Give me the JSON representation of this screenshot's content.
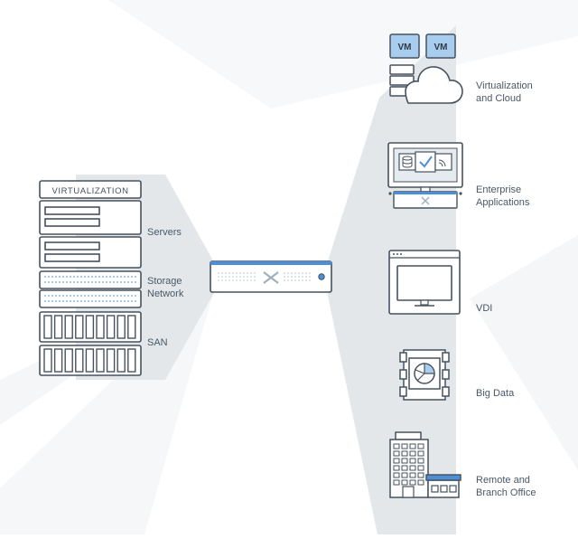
{
  "left_stack": {
    "header": "VIRTUALIZATION",
    "labels": {
      "servers": "Servers",
      "storage": "Storage\nNetwork",
      "san": "SAN"
    }
  },
  "appliance": {
    "logo": "X"
  },
  "workloads": [
    {
      "id": "virtualization-cloud",
      "label": "Virtualization\nand Cloud",
      "vm_badges": [
        "VM",
        "VM"
      ]
    },
    {
      "id": "enterprise-applications",
      "label": "Enterprise\nApplications"
    },
    {
      "id": "vdi",
      "label": "VDI"
    },
    {
      "id": "big-data",
      "label": "Big Data"
    },
    {
      "id": "remote-branch-office",
      "label": "Remote and\nBranch Office"
    }
  ],
  "colors": {
    "stroke": "#46525e",
    "accent_blue": "#4d8fd6",
    "light_blue": "#a9cdee",
    "funnel": "#e3e7ea",
    "background_facet": "#f4f6f8"
  }
}
